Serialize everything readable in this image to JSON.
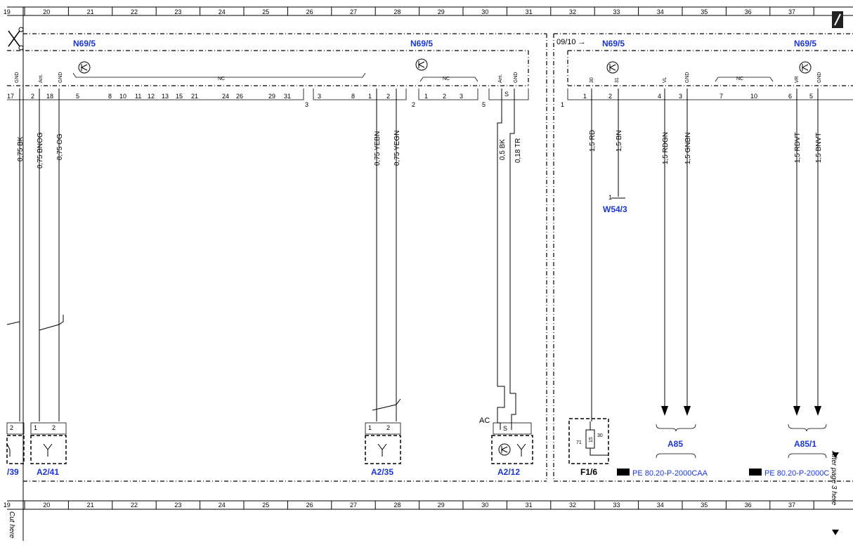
{
  "grid": {
    "columns": [
      "19",
      "20",
      "21",
      "22",
      "23",
      "24",
      "25",
      "26",
      "27",
      "28",
      "29",
      "30",
      "31",
      "32",
      "33",
      "34",
      "35",
      "36",
      "37"
    ]
  },
  "components": {
    "n695_left": "N69/5",
    "n695_mid": "N69/5",
    "n695_right1": "N69/5",
    "n695_right2": "N69/5",
    "w543": "W54/3",
    "a239": "/39",
    "a241": "A2/41",
    "a235": "A2/35",
    "a212": "A2/12",
    "f16": "F1/6",
    "a85": "A85",
    "a851": "A85/1"
  },
  "labels": {
    "from_page": "09/10 →",
    "cut_here": "Cut here",
    "after_page": "After page 3 here",
    "ac": "AC",
    "ref1": "PE 80.20-P-2000CAA",
    "ref2": "PE 80.20-P-2000C",
    "nc": "NC",
    "gnd": "GND",
    "ant": "Ant.",
    "s": "S",
    "vl": "VL",
    "vr": "VR",
    "p30": "30",
    "p31": "31",
    "f71": "71",
    "f30": "30",
    "f15": "15"
  },
  "wires": {
    "w1": "0,75 BK",
    "w2": "0,75 BNOG",
    "w3": "0,75 OG",
    "w4": "0,75 YEBN",
    "w5": "0,75 YEGN",
    "w6": "0,5 BK",
    "w7": "0,18 TR",
    "w8": "1,5 RD",
    "w9": "1,5 BN",
    "w10": "1,5 RDGN",
    "w11": "1,5 GNBN",
    "w12": "1,5 RDVT",
    "w13": "1,5 BNVT"
  },
  "pins": {
    "c1": [
      "17",
      "2",
      "18",
      "5",
      "8",
      "10",
      "11",
      "12",
      "13",
      "15",
      "21",
      "24",
      "26",
      "29",
      "31"
    ],
    "c1_num": "3",
    "c3": [
      "3",
      "8",
      "1",
      "2"
    ],
    "c3_num": "2",
    "c2": [
      "1",
      "2",
      "3"
    ],
    "c2_num": "5",
    "r1": [
      "1",
      "2",
      "4",
      "3",
      "7",
      "10",
      "6",
      "5"
    ],
    "r1_num": "1",
    "w543_pin": "1",
    "a239_pin": "2",
    "a241_pins": [
      "1",
      "2"
    ],
    "a235_pins": [
      "1",
      "2"
    ]
  }
}
